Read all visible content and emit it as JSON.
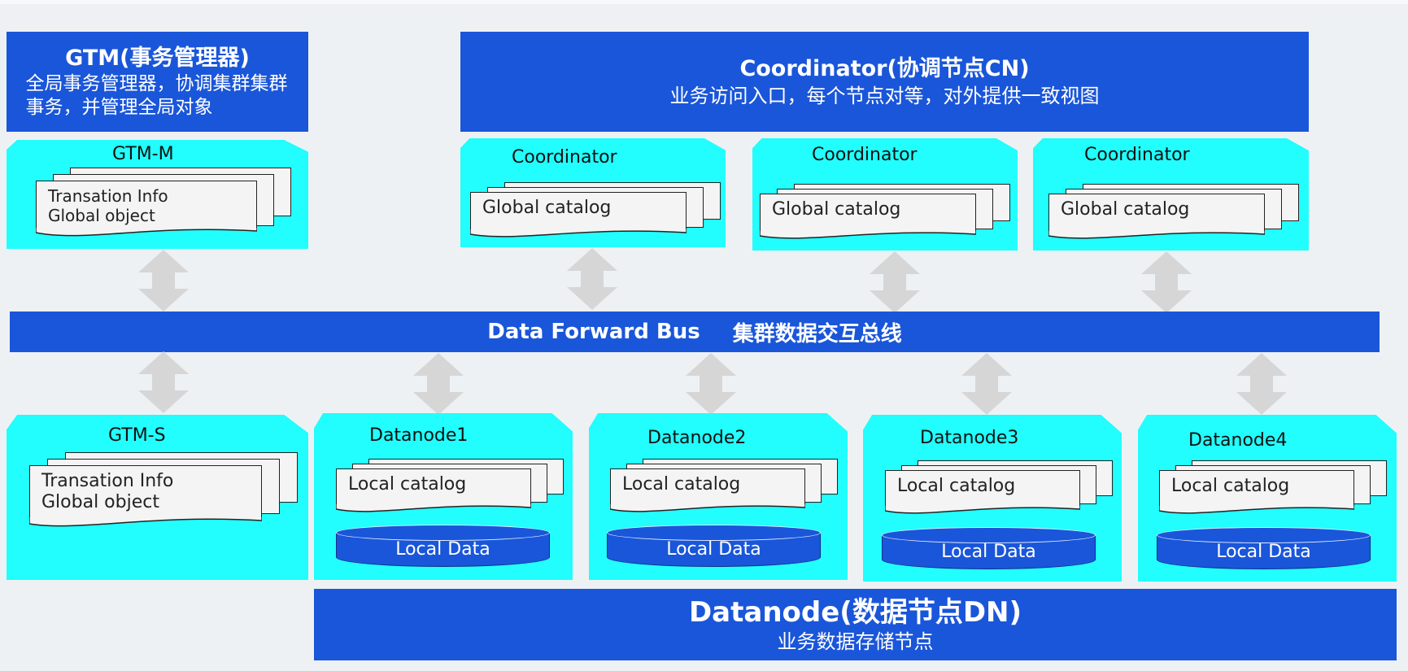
{
  "gtm_banner": {
    "title": "GTM(事务管理器)",
    "desc": "全局事务管理器，协调集群集群事务，并管理全局对象"
  },
  "cn_banner": {
    "title": "Coordinator(协调节点CN)",
    "desc": "业务访问入口，每个节点对等，对外提供一致视图"
  },
  "dn_banner": {
    "title": "Datanode(数据节点DN)",
    "desc": "业务数据存储节点"
  },
  "bus": {
    "label_en": "Data Forward Bus",
    "label_cn": "集群数据交互总线"
  },
  "gtm_m": {
    "title": "GTM-M",
    "line1": "Transation Info",
    "line2": "Global object"
  },
  "gtm_s": {
    "title": "GTM-S",
    "line1": "Transation Info",
    "line2": "Global object"
  },
  "coordinators": [
    {
      "title": "Coordinator",
      "catalog": "Global catalog"
    },
    {
      "title": "Coordinator",
      "catalog": "Global catalog"
    },
    {
      "title": "Coordinator",
      "catalog": "Global catalog"
    }
  ],
  "datanodes": [
    {
      "title": "Datanode1",
      "catalog": "Local catalog",
      "data": "Local Data"
    },
    {
      "title": "Datanode2",
      "catalog": "Local catalog",
      "data": "Local Data"
    },
    {
      "title": "Datanode3",
      "catalog": "Local catalog",
      "data": "Local Data"
    },
    {
      "title": "Datanode4",
      "catalog": "Local catalog",
      "data": "Local Data"
    }
  ],
  "colors": {
    "banner": "#1a56d9",
    "node": "#22fdfd",
    "arrow": "#d6d6d6",
    "page": "#f4f4f4"
  }
}
